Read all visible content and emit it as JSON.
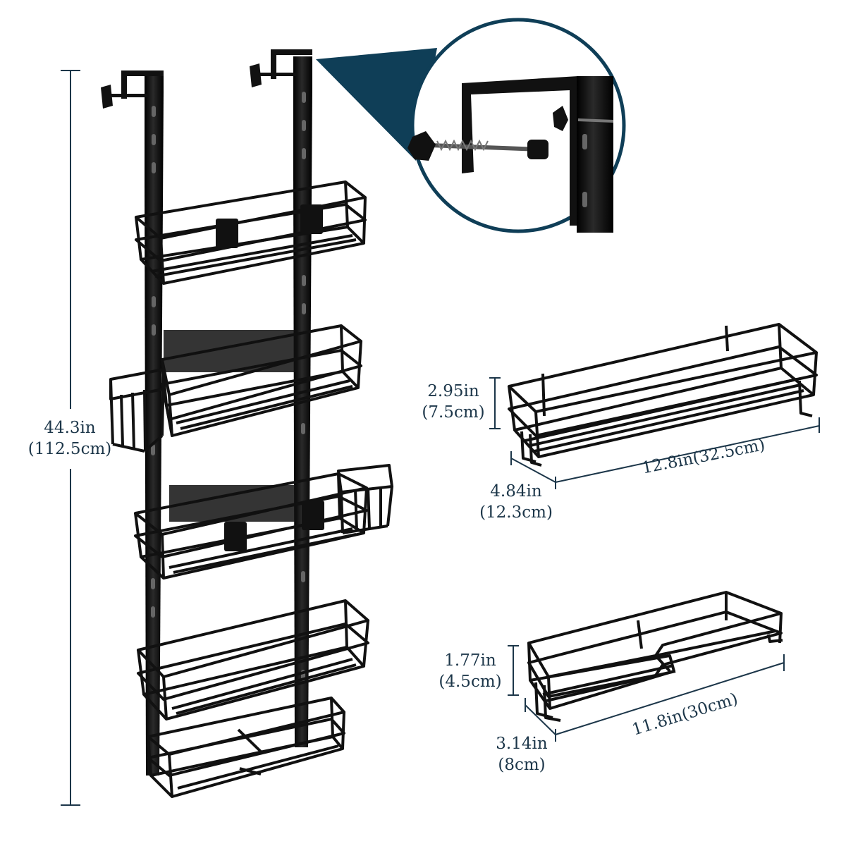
{
  "colors": {
    "navy": "#1c3649",
    "callout": "#0f3e57",
    "metal": "#111111",
    "metal_highlight": "#555555",
    "background": "#ffffff"
  },
  "icons": {
    "rack": "over-door-shower-caddy-icon",
    "hook_detail": "door-hook-clamp-icon",
    "large_basket": "wire-basket-icon",
    "small_basket": "wire-soap-tray-icon"
  },
  "dimensions": {
    "height_in": "44.3in",
    "height_cm": "(112.5cm)",
    "large_basket": {
      "height_in": "2.95in",
      "height_cm": "(7.5cm)",
      "length": "12.8in(32.5cm)",
      "depth_in": "4.84in",
      "depth_cm": "(12.3cm)"
    },
    "small_basket": {
      "height_in": "1.77in",
      "height_cm": "(4.5cm)",
      "length": "11.8in(30cm)",
      "depth_in": "3.14in",
      "depth_cm": "(8cm)"
    }
  }
}
